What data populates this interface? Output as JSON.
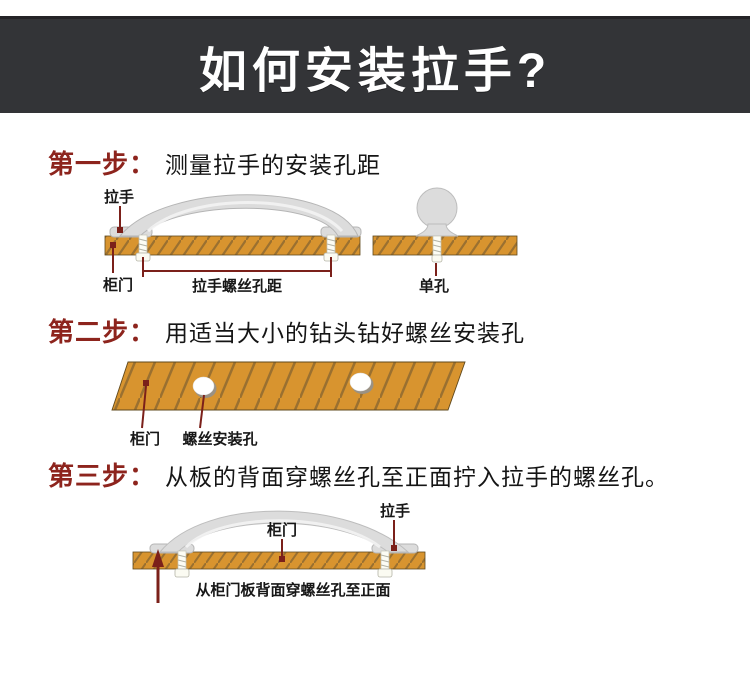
{
  "banner": {
    "title": "如何安装拉手?"
  },
  "palette": {
    "banner_bg": "#333437",
    "accent_red": "#8d241d",
    "annotation_red": "#7b201a",
    "board_fill": "#d8942f",
    "board_hatch": "#9a7030",
    "handle_gray": "#dcdcdc",
    "text_black": "#151515"
  },
  "steps": [
    {
      "label": "第一步：",
      "text": "测量拉手的安装孔距"
    },
    {
      "label": "第二步：",
      "text": "用适当大小的钻头钻好螺丝安装孔"
    },
    {
      "label": "第三步：",
      "text": "从板的背面穿螺丝孔至正面拧入拉手的螺丝孔。"
    }
  ],
  "diagram1": {
    "handle_label": "拉手",
    "door_label": "柜门",
    "distance_label": "拉手螺丝孔距",
    "single_hole_label": "单孔"
  },
  "diagram2": {
    "door_label": "柜门",
    "hole_label": "螺丝安装孔"
  },
  "diagram3": {
    "door_label": "柜门",
    "handle_label": "拉手",
    "instruction_label": "从柜门板背面穿螺丝孔至正面"
  }
}
